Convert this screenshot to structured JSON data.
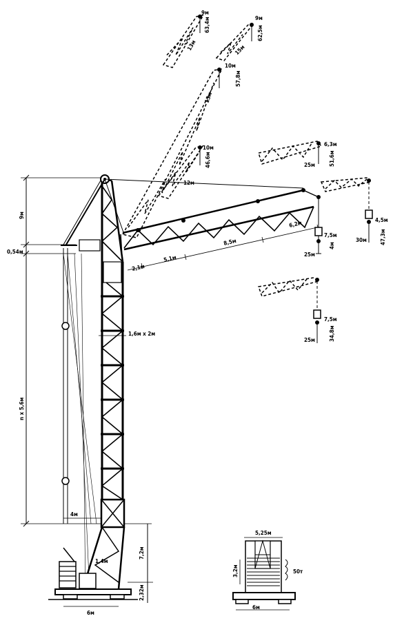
{
  "dims": {
    "tower_top_section": "9м",
    "offset_054": "0,54м",
    "mast_height": "n x 5,6м",
    "mast_section": "1,6м x 2м",
    "base_width": "4м",
    "portal_height": "7,2м",
    "lower_height": "2,32м",
    "track_gauge": "6м",
    "inner_14": "1,4м",
    "boom_21": "2,1м",
    "boom_51": "5,1м",
    "boom_85": "8,5м",
    "boom_62": "6,2м",
    "hook_75a": "7,5м",
    "hook_4": "4м",
    "cap_25a": "25м",
    "hook_75b": "7,5м",
    "hook_348": "34,8м",
    "cap_25b": "25м",
    "hook_45": "4,5м",
    "cap_30": "30м",
    "hook_473": "47,3м",
    "jib_63": "6,3м",
    "cap_25c": "25м",
    "h_516": "51,6м",
    "jib_9a": "9м",
    "h_634": "63,4м",
    "len_13a": "13м",
    "jib_9b": "9м",
    "h_625": "62,5м",
    "len_15": "15м",
    "jib_10a": "10м",
    "h_578": "57,8м",
    "len_13b": "13м",
    "jib_10b": "10м",
    "h_466": "46,6м",
    "len_12": "12м",
    "cw_width": "5,25м",
    "cw_height": "3,2м",
    "cw_weight": "50т",
    "cw_gauge": "6м"
  }
}
